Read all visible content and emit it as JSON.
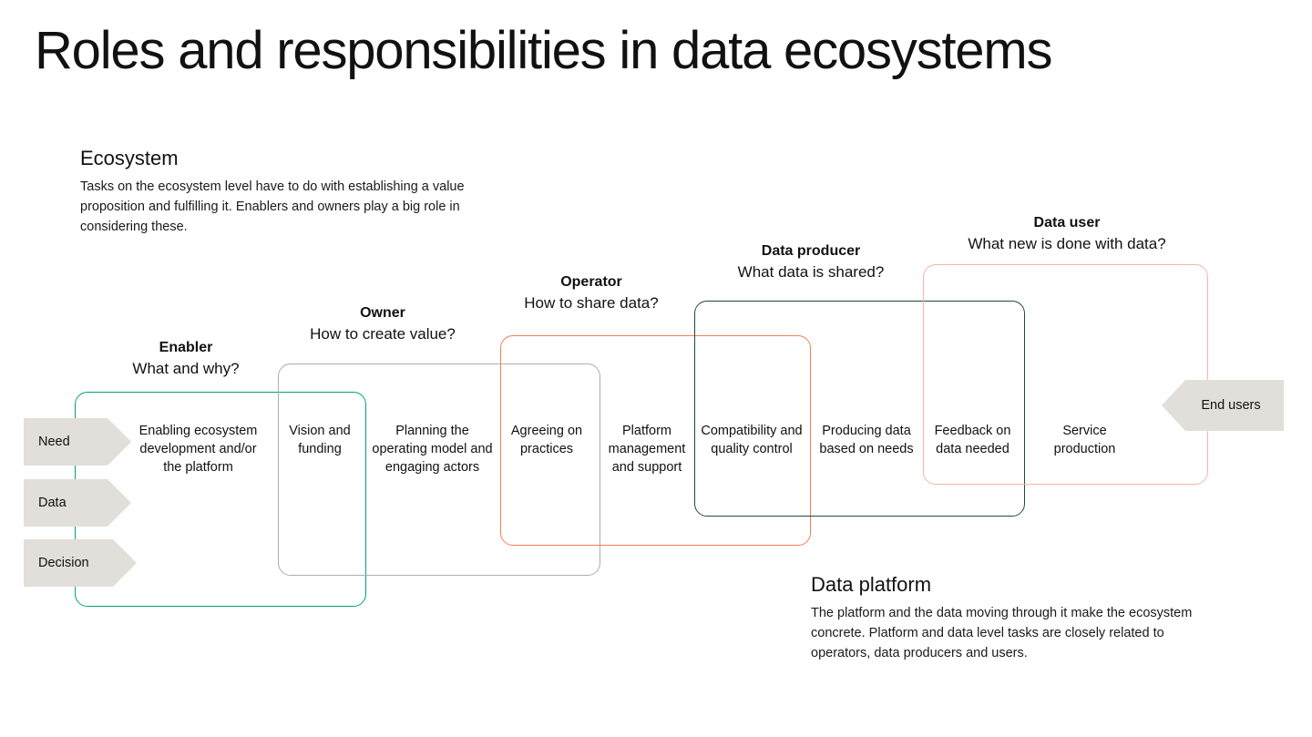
{
  "page": {
    "title": "Roles and responsibilities in data ecosystems"
  },
  "notes": {
    "ecosystem": {
      "title": "Ecosystem",
      "body": "Tasks on the ecosystem level have to do with establishing a value proposition and fulfilling it. Enablers and owners play a big role in considering these."
    },
    "platform": {
      "title": "Data platform",
      "body": "The platform and the data moving through it make the ecosystem concrete. Platform and data level tasks are closely related to operators, data producers and users."
    }
  },
  "inputs": [
    {
      "label": "Need",
      "icon": "arrow-right-chip"
    },
    {
      "label": "Data",
      "icon": "arrow-right-chip"
    },
    {
      "label": "Decision",
      "icon": "arrow-right-chip"
    }
  ],
  "output": {
    "label": "End users",
    "icon": "arrow-left-chip"
  },
  "roles": [
    {
      "name": "Enabler",
      "question": "What and why?",
      "color": "#00A37A"
    },
    {
      "name": "Owner",
      "question": "How to create value?",
      "color": "#ADADAD"
    },
    {
      "name": "Operator",
      "question": "How to share data?",
      "color": "#FA7C5A"
    },
    {
      "name": "Data producer",
      "question": "What data is shared?",
      "color": "#1D4A44"
    },
    {
      "name": "Data user",
      "question": "What new is done with data?",
      "color": "#FBB2A8"
    }
  ],
  "tasks": [
    "Enabling ecosystem development and/or the platform",
    "Vision and funding",
    "Planning the operating model and engaging actors",
    "Agreeing on practices",
    "Platform management and support",
    "Compatibility and quality control",
    "Producing data based on needs",
    "Feedback on data needed",
    "Service production"
  ],
  "colors": {
    "chip_fill": "#E2DEDA",
    "text": "#111111",
    "background": "#FFFFFF"
  }
}
